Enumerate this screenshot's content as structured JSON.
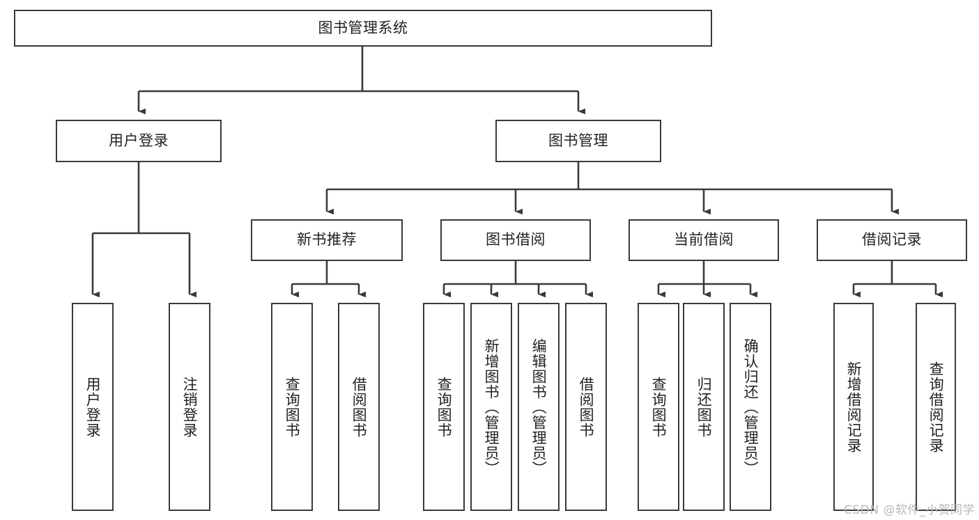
{
  "diagram": {
    "type": "tree-hierarchy-chart",
    "title": "图书管理系统",
    "watermark": "CSDN @软件_小贺同学",
    "colors": {
      "box_stroke": "#3a3a3a",
      "box_fill": "#ffffff",
      "connector": "#3a3a3a",
      "text": "#222222",
      "watermark": "#b8b8b8",
      "background": "#ffffff"
    },
    "root": {
      "label": "图书管理系统"
    },
    "level2": [
      {
        "id": "user-login",
        "label": "用户登录"
      },
      {
        "id": "book-management",
        "label": "图书管理"
      }
    ],
    "level3": [
      {
        "id": "new-book-recommend",
        "label": "新书推荐",
        "parent": "book-management"
      },
      {
        "id": "book-borrow",
        "label": "图书借阅",
        "parent": "book-management"
      },
      {
        "id": "current-borrow",
        "label": "当前借阅",
        "parent": "book-management"
      },
      {
        "id": "borrow-record",
        "label": "借阅记录",
        "parent": "book-management"
      }
    ],
    "leaves": {
      "user-login": [
        {
          "id": "leaf-user-login",
          "label": "用户登录"
        },
        {
          "id": "leaf-logout-login",
          "label": "注销登录"
        }
      ],
      "new-book-recommend": [
        {
          "id": "leaf-query-book-1",
          "label": "查询图书"
        },
        {
          "id": "leaf-borrow-book-1",
          "label": "借阅图书"
        }
      ],
      "book-borrow": [
        {
          "id": "leaf-query-book-2",
          "label": "查询图书"
        },
        {
          "id": "leaf-add-book",
          "label": "新增图书（管理员）"
        },
        {
          "id": "leaf-edit-book",
          "label": "编辑图书（管理员）"
        },
        {
          "id": "leaf-borrow-book-2",
          "label": "借阅图书"
        }
      ],
      "current-borrow": [
        {
          "id": "leaf-query-book-3",
          "label": "查询图书"
        },
        {
          "id": "leaf-return-book",
          "label": "归还图书"
        },
        {
          "id": "leaf-confirm-return",
          "label": "确认归还（管理员）"
        }
      ],
      "borrow-record": [
        {
          "id": "leaf-add-record",
          "label": "新增借阅记录"
        },
        {
          "id": "leaf-query-record",
          "label": "查询借阅记录"
        }
      ]
    }
  }
}
